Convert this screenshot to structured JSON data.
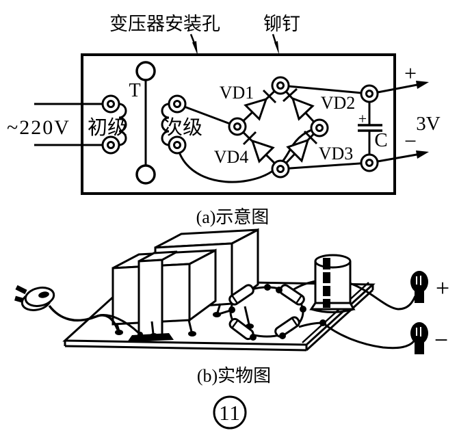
{
  "figure": {
    "ink_color": "#000000",
    "paper_color": "#ffffff"
  },
  "schematic": {
    "callout_mounting_hole": "变压器安装孔",
    "callout_rivet": "铆钉",
    "mains_voltage": "~220V",
    "primary_label": "初级",
    "transformer_label": "T",
    "secondary_label": "次级",
    "diode1": "VD1",
    "diode2": "VD2",
    "diode3": "VD3",
    "diode4": "VD4",
    "capacitor_label": "C",
    "capacitor_polarity": "+",
    "output_plus": "+",
    "output_minus": "−",
    "output_voltage": "3V",
    "caption": "(a)示意图"
  },
  "physical": {
    "terminal_plus": "+",
    "terminal_minus": "−",
    "caption": "(b)实物图"
  },
  "page_number": "11"
}
